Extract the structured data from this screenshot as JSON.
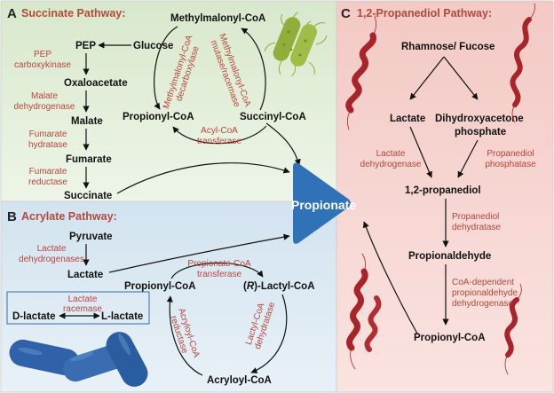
{
  "panels": {
    "a": {
      "letter": "A",
      "title": "Succinate Pathway:"
    },
    "b": {
      "letter": "B",
      "title": "Acrylate Pathway:"
    },
    "c": {
      "letter": "C",
      "title": "1,2-Propanediol Pathway:"
    }
  },
  "center": {
    "label": "Propionate"
  },
  "succinate": {
    "pep": "PEP",
    "glucose": "Glucose",
    "oxaloacetate": "Oxaloacetate",
    "malate": "Malate",
    "fumarate": "Fumarate",
    "succinate": "Succinate",
    "methylmalonyl": "Methylmalonyl-CoA",
    "propionyl": "Propionyl-CoA",
    "succinyl": "Succinyl-CoA",
    "enz_pep_1": "PEP",
    "enz_pep_2": "carboxykinase",
    "enz_mal_1": "Malate",
    "enz_mal_2": "dehydrogenase",
    "enz_fum_1": "Fumarate",
    "enz_fum_2": "hydratase",
    "enz_fr_1": "Fumarate",
    "enz_fr_2": "reductase",
    "enz_mmd_1": "Methylmalonyl-CoA",
    "enz_mmd_2": "decarboxylase",
    "enz_mmm_1": "Methylmalonyl-CoA",
    "enz_mmm_2": "mutase/racemase",
    "enz_act_1": "Acyl-CoA",
    "enz_act_2": "transferase"
  },
  "acrylate": {
    "pyruvate": "Pyruvate",
    "lactate": "Lactate",
    "propionyl": "Propionyl-CoA",
    "lactyl_pre": "(",
    "lactyl_r": "R",
    "lactyl_post": ")-Lactyl-CoA",
    "acryloyl": "Acryloyl-CoA",
    "dlactate": "D-lactate",
    "llactate": "L-lactate",
    "enz_ldh_1": "Lactate",
    "enz_ldh_2": "dehydrogenases",
    "enz_pct_1": "Propionate-CoA",
    "enz_pct_2": "transferase",
    "enz_rac_1": "Lactate",
    "enz_rac_2": "racemase",
    "enz_acr_1": "Acryloyl-CoA",
    "enz_acr_2": "reductase",
    "enz_lcd_1": "Lactyl-CoA",
    "enz_lcd_2": "dehydratase"
  },
  "propanediol": {
    "rhamnose": "Rhamnose/ Fucose",
    "lactate": "Lactate",
    "dhap_1": "Dihydroxyacetone",
    "dhap_2": "phosphate",
    "propanediol": "1,2-propanediol",
    "propionaldehyde": "Propionaldehyde",
    "propionyl": "Propionyl-CoA",
    "enz_ldh_1": "Lactate",
    "enz_ldh_2": "dehydrogenase",
    "enz_pp_1": "Propanediol",
    "enz_pp_2": "phosphatase",
    "enz_pd_1": "Propanediol",
    "enz_pd_2": "dehydratase",
    "enz_cp_1": "CoA-dependent",
    "enz_cp_2": "propionaldehyde",
    "enz_cp_3": "dehydrogenase"
  },
  "colors": {
    "panel_a": "#e4efdc",
    "panel_b": "#dde9f2",
    "panel_c": "#f7d6d2",
    "propionate": "#2f72b8",
    "enzyme_text": "#b8453a",
    "bacteria_red": "#a8242a",
    "bacteria_green": "#8fae3a",
    "bacteria_blue": "#2f62a8"
  }
}
